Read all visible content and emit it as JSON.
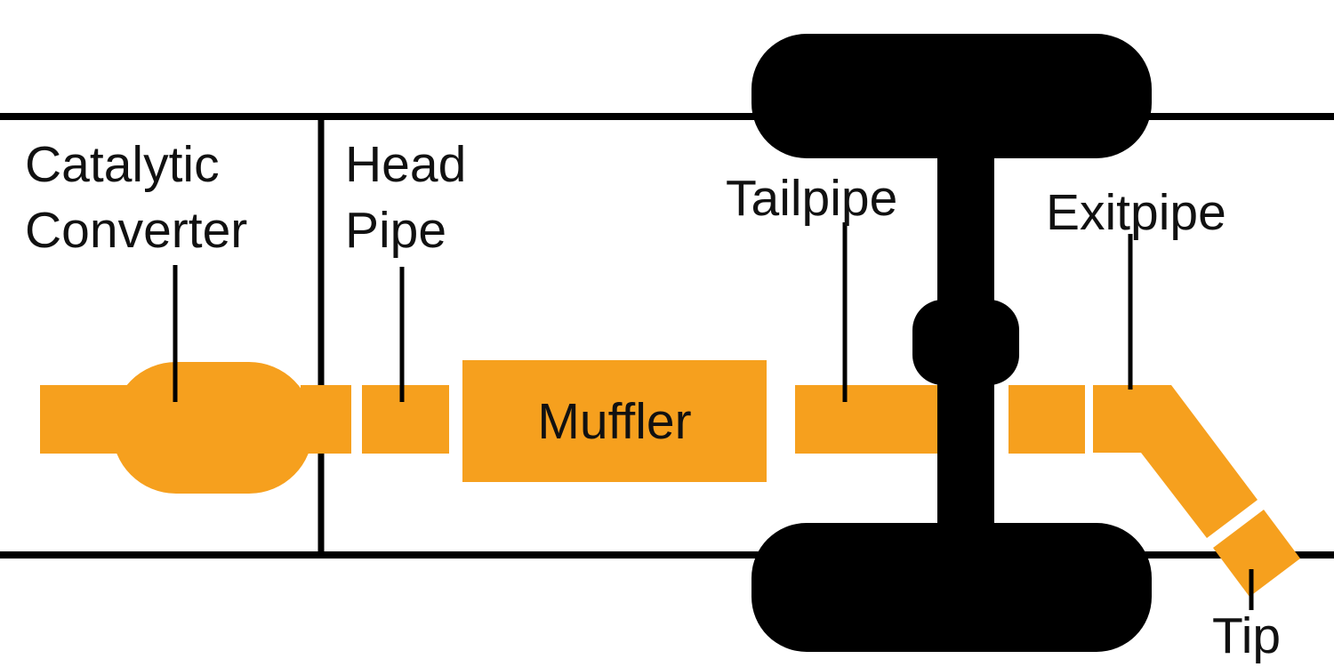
{
  "diagram": {
    "type": "vehicle-exhaust-system-diagram",
    "background": "#FFFFFF",
    "colors": {
      "pipe": "#F6A01E",
      "frame": "#000000",
      "wheel": "#000000",
      "leader": "#000000",
      "text": "#111111"
    },
    "labels": {
      "catalytic_converter_line1": "Catalytic",
      "catalytic_converter_line2": "Converter",
      "head_pipe_line1": "Head",
      "head_pipe_line2": "Pipe",
      "muffler": "Muffler",
      "tailpipe": "Tailpipe",
      "exitpipe": "Exitpipe",
      "tip": "Tip"
    }
  }
}
